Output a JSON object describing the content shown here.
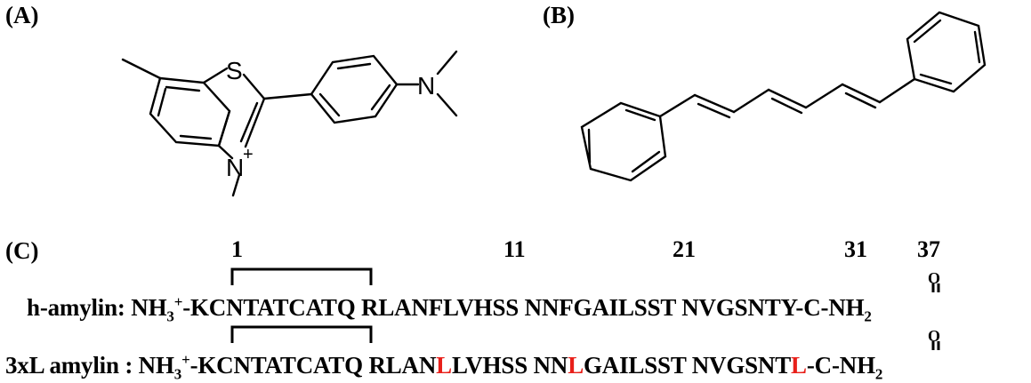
{
  "panels": {
    "a": "(A)",
    "b": "(B)",
    "c": "(C)"
  },
  "molecule_a": {
    "s_atom": "S",
    "n_amine": "N",
    "n_cation": "N",
    "charge": "+"
  },
  "residue_numbers": [
    "1",
    "11",
    "21",
    "31",
    "37"
  ],
  "amide": {
    "o": "O",
    "c": "C",
    "nh": "NH",
    "sub": "2"
  },
  "seq1": {
    "name": "h-amylin: ",
    "nh": "NH",
    "sub": "3",
    "sup": "+",
    "seq_a": "-KCNTATCATQ RLANFLVHSS NNFGAILSST NVGSNTY-",
    "dash": "-"
  },
  "seq2": {
    "name": "3xL amylin : ",
    "nh": "NH",
    "sub": "3",
    "sup": "+",
    "seq_a": "-KCNTATCATQ RLAN",
    "mut1": "L",
    "seq_b": "LVHSS NN",
    "mut2": "L",
    "seq_c": "GAILSST NVGSNT",
    "mut3": "L",
    "dash_a": "-",
    "dash_b": "-"
  },
  "colors": {
    "mutation": "#e8201a"
  }
}
